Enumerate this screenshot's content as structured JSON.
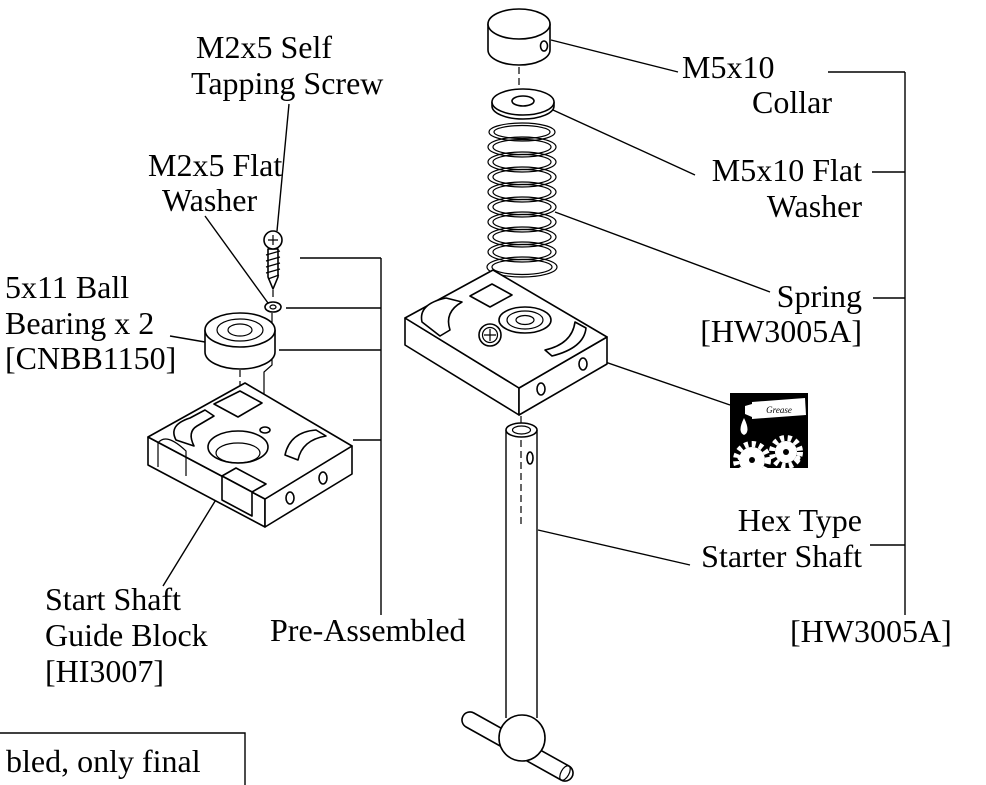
{
  "labels": {
    "self_tapping_screw": [
      "M2x5 Self",
      "Tapping Screw"
    ],
    "screw_flat_washer": [
      "M2x5 Flat",
      "Washer"
    ],
    "ball_bearing": [
      "5x11 Ball",
      "Bearing x 2",
      "[CNBB1150]"
    ],
    "guide_block": [
      "Start Shaft",
      "Guide Block",
      "[HI3007]"
    ],
    "pre_assembled": "Pre-Assembled",
    "collar": [
      "M5x10",
      "Collar"
    ],
    "collar_flat_washer": [
      "M5x10 Flat",
      "Washer"
    ],
    "spring": [
      "Spring",
      "[HW3005A]"
    ],
    "starter_shaft": [
      "Hex Type",
      "Starter Shaft"
    ],
    "assembly_part_number": "[HW3005A]",
    "grease": "Grease",
    "note_fragment": "bled, only final"
  },
  "icons": {
    "grease": "grease-tube-gear-icon"
  },
  "colors": {
    "line": "#000000",
    "background": "#ffffff"
  }
}
